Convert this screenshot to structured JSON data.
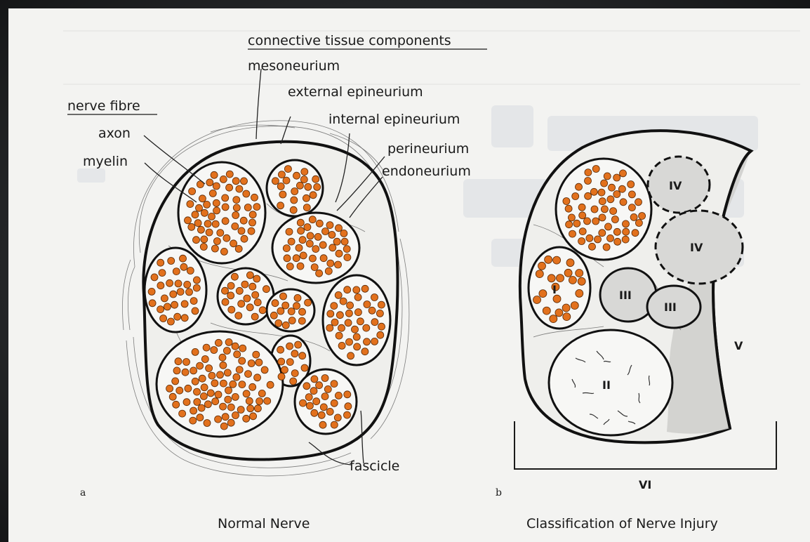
{
  "header": {
    "section": "connective tissue components",
    "fibre_heading": "nerve fibre"
  },
  "labels": {
    "mesoneurium": "mesoneurium",
    "external_epineurium": "external epineurium",
    "internal_epineurium": "internal epineurium",
    "perineurium": "perineurium",
    "endoneurium": "endoneurium",
    "axon": "axon",
    "myelin": "myelin",
    "fascicle": "fascicle"
  },
  "grades": {
    "i": "I",
    "ii": "II",
    "iii_a": "III",
    "iii_b": "III",
    "iv_a": "IV",
    "iv_b": "IV",
    "v": "V",
    "vi": "VI"
  },
  "panels": {
    "a_letter": "a",
    "a_caption": "Normal Nerve",
    "b_letter": "b",
    "b_caption": "Classification of Nerve Injury"
  },
  "colors": {
    "axon": "#e2711d",
    "injury_shade": "#cfcfcd",
    "paper": "#f3f3f1"
  }
}
